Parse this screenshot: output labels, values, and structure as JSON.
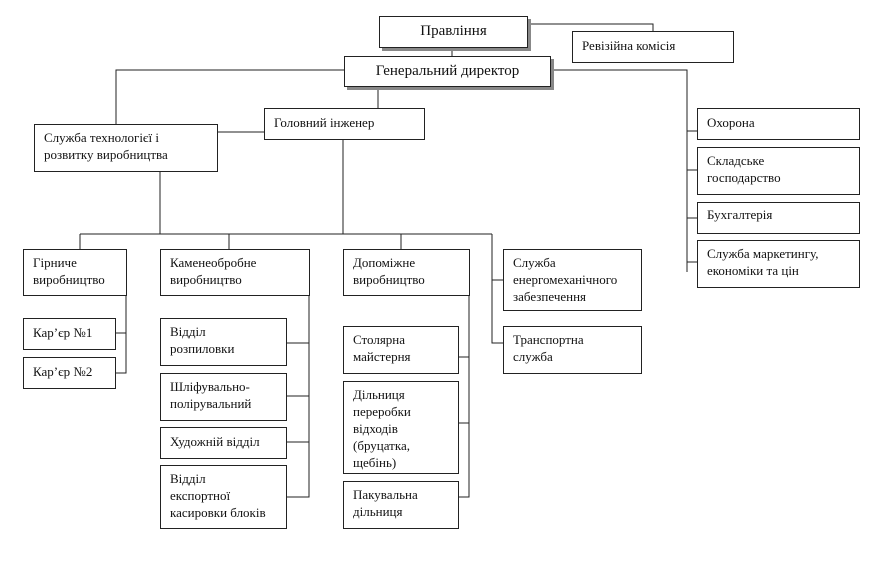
{
  "board": "Правління",
  "audit": "Ревізійна комісія",
  "director": "Генеральний директор",
  "chief_engineer": "Головний інженер",
  "tech_service": "Служба технологієї і\nрозвитку виробництва",
  "security": "Охорона",
  "warehouse": "Складське\nгосподарство",
  "accounting": "Бухгалтерія",
  "marketing": "Служба маркетингу,\nекономіки та цін",
  "mining": "Гірниче\nвиробництво",
  "quarry1": "Кар’єр №1",
  "quarry2": "Кар’єр №2",
  "stone": "Каменеобробне\nвиробництво",
  "sawing": "Відділ\nрозпиловки",
  "polishing": "Шліфувально-\nполірувальний",
  "art": "Художній відділ",
  "export": "Відділ\nекспортної\nкасировки блоків",
  "auxiliary": "Допоміжне\nвиробництво",
  "carpentry": "Столярна\nмайстерня",
  "recycling": "Дільниця\nпереробки\nвідходів\n(бруцатка,\nщебінь)",
  "packing": "Пакувальна\nдільниця",
  "energy": "Служба\nенергомеханічного\nзабезпечення",
  "transport": "Транспортна\nслужба"
}
